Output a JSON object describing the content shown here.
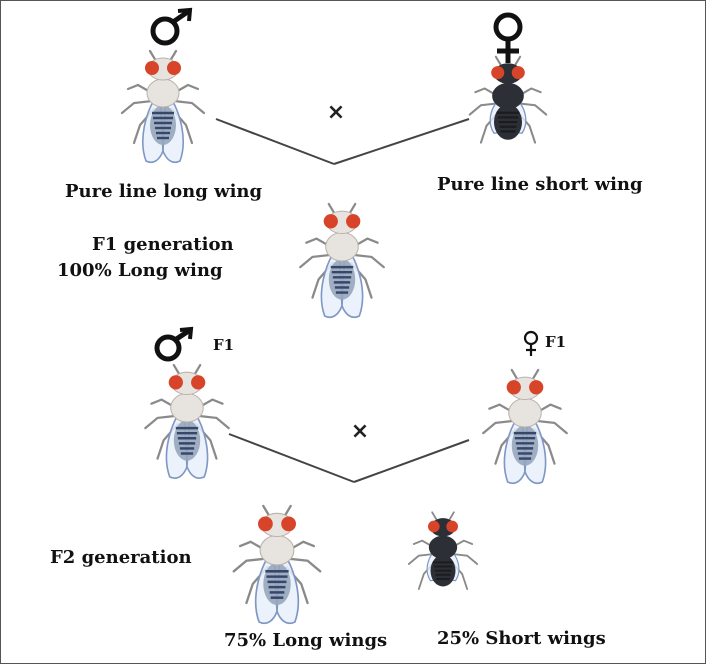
{
  "symbols": {
    "male": "♂",
    "female": "♀"
  },
  "colors": {
    "long_wing_body": "#e7e3de",
    "long_wing_abdomen": "#98a6bd",
    "long_wing_stripes": "#37476a",
    "short_wing_body": "#2c3036",
    "eyes": "#d8442a",
    "wing_fill": "#e7f0fb",
    "wing_edge": "#7f97c4",
    "lines": "#444444"
  },
  "parents": {
    "male_label": "Pure line long wing",
    "female_label": "Pure line short wing",
    "cross_sign": "×"
  },
  "f1": {
    "title": "F1 generation",
    "ratio": "100% Long wing"
  },
  "f1_cross": {
    "male_tag": "F1",
    "female_tag": "F1",
    "cross_sign": "×"
  },
  "f2": {
    "title": "F2 generation",
    "long_label": "75% Long wings",
    "short_label": "25% Short wings"
  }
}
